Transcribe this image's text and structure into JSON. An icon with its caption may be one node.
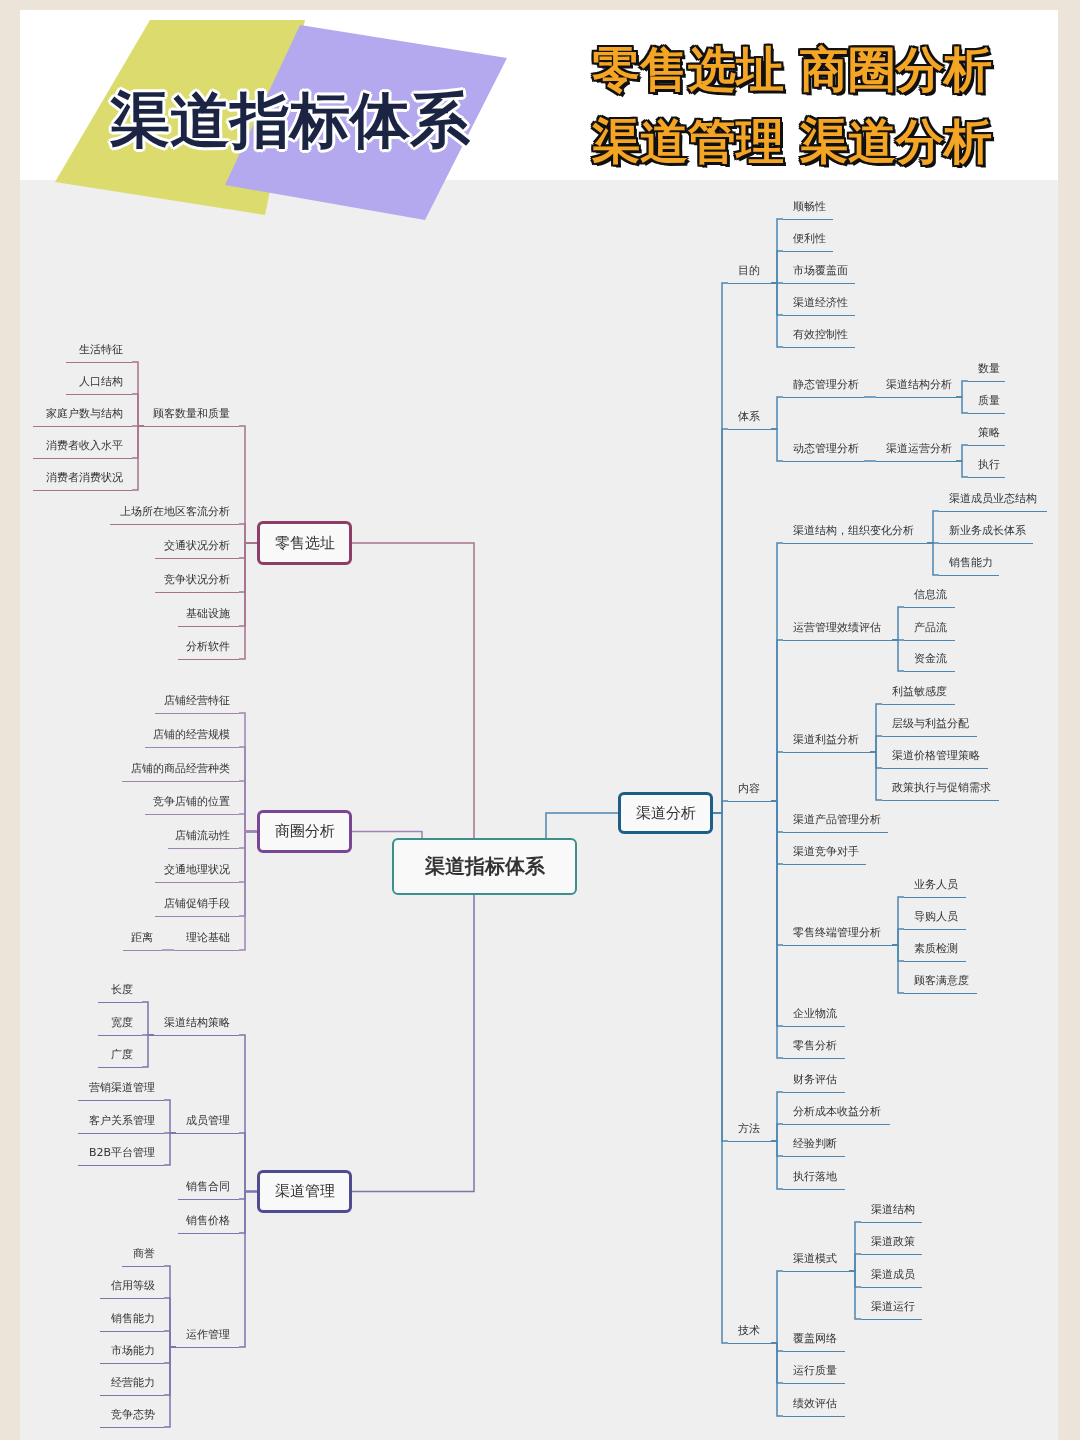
{
  "diagram": {
    "title": "渠道指标体系",
    "labels": [
      "零售选址 商圈分析",
      "渠道管理 渠道分析"
    ],
    "nodes": [
      {
        "text": [
          "渠道指标体系"
        ]
      },
      {
        "text": [
          "零售选址"
        ]
      },
      {
        "text": [
          "顾客数量和质量"
        ]
      },
      {
        "text": [
          "生活特征"
        ]
      },
      {
        "text": [
          "人口结构"
        ]
      },
      {
        "text": [
          "家庭户数与结构"
        ]
      },
      {
        "text": [
          "消费者收入水平"
        ]
      },
      {
        "text": [
          "消费者消费状况"
        ]
      },
      {
        "text": [
          "上场所在地区客流分析"
        ]
      },
      {
        "text": [
          "交通状况分析"
        ]
      },
      {
        "text": [
          "竞争状况分析"
        ]
      },
      {
        "text": [
          "基础设施"
        ]
      },
      {
        "text": [
          "分析软件"
        ]
      },
      {
        "text": [
          "商圈分析"
        ]
      },
      {
        "text": [
          "店铺经营特征"
        ]
      },
      {
        "text": [
          "店铺的经营规模"
        ]
      },
      {
        "text": [
          "店铺的商品经营种类"
        ]
      },
      {
        "text": [
          "竞争店铺的位置"
        ]
      },
      {
        "text": [
          "店铺流动性"
        ]
      },
      {
        "text": [
          "交通地理状况"
        ]
      },
      {
        "text": [
          "店铺促销手段"
        ]
      },
      {
        "text": [
          "理论基础"
        ]
      },
      {
        "text": [
          "距离"
        ]
      },
      {
        "text": [
          "渠道管理"
        ]
      },
      {
        "text": [
          "渠道结构策略"
        ]
      },
      {
        "text": [
          "长度"
        ]
      },
      {
        "text": [
          "宽度"
        ]
      },
      {
        "text": [
          "广度"
        ]
      },
      {
        "text": [
          "成员管理"
        ]
      },
      {
        "text": [
          "营销渠道管理"
        ]
      },
      {
        "text": [
          "客户关系管理"
        ]
      },
      {
        "text": [
          "B2B平台管理"
        ]
      },
      {
        "text": [
          "销售合同"
        ]
      },
      {
        "text": [
          "销售价格"
        ]
      },
      {
        "text": [
          "运作管理"
        ]
      },
      {
        "text": [
          "商誉"
        ]
      },
      {
        "text": [
          "信用等级"
        ]
      },
      {
        "text": [
          "销售能力"
        ]
      },
      {
        "text": [
          "市场能力"
        ]
      },
      {
        "text": [
          "经营能力"
        ]
      },
      {
        "text": [
          "竞争态势"
        ]
      },
      {
        "text": [
          "渠道分析"
        ]
      },
      {
        "text": [
          "目的"
        ]
      },
      {
        "text": [
          "顺畅性"
        ]
      },
      {
        "text": [
          "便利性"
        ]
      },
      {
        "text": [
          "市场覆盖面"
        ]
      },
      {
        "text": [
          "渠道经济性"
        ]
      },
      {
        "text": [
          "有效控制性"
        ]
      },
      {
        "text": [
          "体系"
        ]
      },
      {
        "text": [
          "静态管理分析"
        ]
      },
      {
        "text": [
          "渠道结构分析"
        ]
      },
      {
        "text": [
          "数量"
        ]
      },
      {
        "text": [
          "质量"
        ]
      },
      {
        "text": [
          "动态管理分析"
        ]
      },
      {
        "text": [
          "渠道运营分析"
        ]
      },
      {
        "text": [
          "策略"
        ]
      },
      {
        "text": [
          "执行"
        ]
      },
      {
        "text": [
          "内容"
        ]
      },
      {
        "text": [
          "渠道结构，组织变化分析"
        ]
      },
      {
        "text": [
          "渠道成员业态结构"
        ]
      },
      {
        "text": [
          "新业务成长体系"
        ]
      },
      {
        "text": [
          "销售能力"
        ]
      },
      {
        "text": [
          "运营管理效绩评估"
        ]
      },
      {
        "text": [
          "信息流"
        ]
      },
      {
        "text": [
          "产品流"
        ]
      },
      {
        "text": [
          "资金流"
        ]
      },
      {
        "text": [
          "渠道利益分析"
        ]
      },
      {
        "text": [
          "利益敏感度"
        ]
      },
      {
        "text": [
          "层级与利益分配"
        ]
      },
      {
        "text": [
          "渠道价格管理策略"
        ]
      },
      {
        "text": [
          "政策执行与促销需求"
        ]
      },
      {
        "text": [
          "渠道产品管理分析"
        ]
      },
      {
        "text": [
          "渠道竞争对手"
        ]
      },
      {
        "text": [
          "零售终端管理分析"
        ]
      },
      {
        "text": [
          "业务人员"
        ]
      },
      {
        "text": [
          "导购人员"
        ]
      },
      {
        "text": [
          "素质检测"
        ]
      },
      {
        "text": [
          "顾客满意度"
        ]
      },
      {
        "text": [
          "企业物流"
        ]
      },
      {
        "text": [
          "零售分析"
        ]
      },
      {
        "text": [
          "方法"
        ]
      },
      {
        "text": [
          "财务评估"
        ]
      },
      {
        "text": [
          "分析成本收益分析"
        ]
      },
      {
        "text": [
          "经验判断"
        ]
      },
      {
        "text": [
          "执行落地"
        ]
      },
      {
        "text": [
          "技术"
        ]
      },
      {
        "text": [
          "渠道模式"
        ]
      },
      {
        "text": [
          "渠道结构"
        ]
      },
      {
        "text": [
          "渠道政策"
        ]
      },
      {
        "text": [
          "渠道成员"
        ]
      },
      {
        "text": [
          "渠道运行"
        ]
      },
      {
        "text": [
          "覆盖网络"
        ]
      },
      {
        "text": [
          "运行质量"
        ]
      },
      {
        "text": [
          "绩效评估"
        ]
      }
    ],
    "edges": [
      {
        "from": 0,
        "to": 1,
        "arrow": "none",
        "color": "#a8728e"
      },
      {
        "from": 1,
        "to": 2,
        "arrow": "none",
        "color": "#a8728e"
      },
      {
        "from": 2,
        "to": 3,
        "arrow": "none",
        "color": "#a8728e"
      },
      {
        "from": 2,
        "to": 4,
        "arrow": "none",
        "color": "#a8728e"
      },
      {
        "from": 2,
        "to": 5,
        "arrow": "none",
        "color": "#a8728e"
      },
      {
        "from": 2,
        "to": 6,
        "arrow": "none",
        "color": "#a8728e"
      },
      {
        "from": 2,
        "to": 7,
        "arrow": "none",
        "color": "#a8728e"
      },
      {
        "from": 1,
        "to": 8,
        "arrow": "none",
        "color": "#a8728e"
      },
      {
        "from": 1,
        "to": 9,
        "arrow": "none",
        "color": "#a8728e"
      },
      {
        "from": 1,
        "to": 10,
        "arrow": "none",
        "color": "#a8728e"
      },
      {
        "from": 1,
        "to": 11,
        "arrow": "none",
        "color": "#a8728e"
      },
      {
        "from": 1,
        "to": 12,
        "arrow": "none",
        "color": "#a8728e"
      },
      {
        "from": 0,
        "to": 13,
        "arrow": "none",
        "color": "#9d84b3"
      },
      {
        "from": 13,
        "to": 14,
        "arrow": "none",
        "color": "#9d84b3"
      },
      {
        "from": 13,
        "to": 15,
        "arrow": "none",
        "color": "#9d84b3"
      },
      {
        "from": 13,
        "to": 16,
        "arrow": "none",
        "color": "#9d84b3"
      },
      {
        "from": 13,
        "to": 17,
        "arrow": "none",
        "color": "#9d84b3"
      },
      {
        "from": 13,
        "to": 18,
        "arrow": "none",
        "color": "#9d84b3"
      },
      {
        "from": 13,
        "to": 19,
        "arrow": "none",
        "color": "#9d84b3"
      },
      {
        "from": 13,
        "to": 20,
        "arrow": "none",
        "color": "#9d84b3"
      },
      {
        "from": 13,
        "to": 21,
        "arrow": "none",
        "color": "#9d84b3"
      },
      {
        "from": 21,
        "to": 22,
        "arrow": "none",
        "color": "#9d84b3"
      },
      {
        "from": 0,
        "to": 23,
        "arrow": "none",
        "color": "#7977ad"
      },
      {
        "from": 23,
        "to": 24,
        "arrow": "none",
        "color": "#7977ad"
      },
      {
        "from": 24,
        "to": 25,
        "arrow": "none",
        "color": "#7977ad"
      },
      {
        "from": 24,
        "to": 26,
        "arrow": "none",
        "color": "#7977ad"
      },
      {
        "from": 24,
        "to": 27,
        "arrow": "none",
        "color": "#7977ad"
      },
      {
        "from": 23,
        "to": 28,
        "arrow": "none",
        "color": "#7977ad"
      },
      {
        "from": 28,
        "to": 29,
        "arrow": "none",
        "color": "#7977ad"
      },
      {
        "from": 28,
        "to": 30,
        "arrow": "none",
        "color": "#7977ad"
      },
      {
        "from": 28,
        "to": 31,
        "arrow": "none",
        "color": "#7977ad"
      },
      {
        "from": 23,
        "to": 32,
        "arrow": "none",
        "color": "#7977ad"
      },
      {
        "from": 23,
        "to": 33,
        "arrow": "none",
        "color": "#7977ad"
      },
      {
        "from": 23,
        "to": 34,
        "arrow": "none",
        "color": "#7977ad"
      },
      {
        "from": 34,
        "to": 35,
        "arrow": "none",
        "color": "#7977ad"
      },
      {
        "from": 34,
        "to": 36,
        "arrow": "none",
        "color": "#7977ad"
      },
      {
        "from": 34,
        "to": 37,
        "arrow": "none",
        "color": "#7977ad"
      },
      {
        "from": 34,
        "to": 38,
        "arrow": "none",
        "color": "#7977ad"
      },
      {
        "from": 34,
        "to": 39,
        "arrow": "none",
        "color": "#7977ad"
      },
      {
        "from": 34,
        "to": 40,
        "arrow": "none",
        "color": "#7977ad"
      },
      {
        "from": 0,
        "to": 41,
        "arrow": "none"
      },
      {
        "from": 41,
        "to": 42,
        "arrow": "none"
      },
      {
        "from": 42,
        "to": 43,
        "arrow": "none"
      },
      {
        "from": 42,
        "to": 44,
        "arrow": "none"
      },
      {
        "from": 42,
        "to": 45,
        "arrow": "none"
      },
      {
        "from": 42,
        "to": 46,
        "arrow": "none"
      },
      {
        "from": 42,
        "to": 47,
        "arrow": "none"
      },
      {
        "from": 41,
        "to": 48,
        "arrow": "none"
      },
      {
        "from": 48,
        "to": 49,
        "arrow": "none"
      },
      {
        "from": 49,
        "to": 50,
        "arrow": "none"
      },
      {
        "from": 50,
        "to": 51,
        "arrow": "none"
      },
      {
        "from": 50,
        "to": 52,
        "arrow": "none"
      },
      {
        "from": 48,
        "to": 53,
        "arrow": "none"
      },
      {
        "from": 53,
        "to": 54,
        "arrow": "none"
      },
      {
        "from": 54,
        "to": 55,
        "arrow": "none"
      },
      {
        "from": 54,
        "to": 56,
        "arrow": "none"
      },
      {
        "from": 41,
        "to": 57,
        "arrow": "none"
      },
      {
        "from": 57,
        "to": 58,
        "arrow": "none"
      },
      {
        "from": 58,
        "to": 59,
        "arrow": "none"
      },
      {
        "from": 58,
        "to": 60,
        "arrow": "none"
      },
      {
        "from": 58,
        "to": 61,
        "arrow": "none"
      },
      {
        "from": 57,
        "to": 62,
        "arrow": "none"
      },
      {
        "from": 62,
        "to": 63,
        "arrow": "none"
      },
      {
        "from": 62,
        "to": 64,
        "arrow": "none"
      },
      {
        "from": 62,
        "to": 65,
        "arrow": "none"
      },
      {
        "from": 57,
        "to": 66,
        "arrow": "none"
      },
      {
        "from": 66,
        "to": 67,
        "arrow": "none"
      },
      {
        "from": 66,
        "to": 68,
        "arrow": "none"
      },
      {
        "from": 66,
        "to": 69,
        "arrow": "none"
      },
      {
        "from": 66,
        "to": 70,
        "arrow": "none"
      },
      {
        "from": 57,
        "to": 71,
        "arrow": "none"
      },
      {
        "from": 57,
        "to": 72,
        "arrow": "none"
      },
      {
        "from": 57,
        "to": 73,
        "arrow": "none"
      },
      {
        "from": 73,
        "to": 74,
        "arrow": "none"
      },
      {
        "from": 73,
        "to": 75,
        "arrow": "none"
      },
      {
        "from": 73,
        "to": 76,
        "arrow": "none"
      },
      {
        "from": 73,
        "to": 77,
        "arrow": "none"
      },
      {
        "from": 57,
        "to": 78,
        "arrow": "none"
      },
      {
        "from": 57,
        "to": 79,
        "arrow": "none"
      },
      {
        "from": 41,
        "to": 80,
        "arrow": "none"
      },
      {
        "from": 80,
        "to": 81,
        "arrow": "none"
      },
      {
        "from": 80,
        "to": 82,
        "arrow": "none"
      },
      {
        "from": 80,
        "to": 83,
        "arrow": "none"
      },
      {
        "from": 80,
        "to": 84,
        "arrow": "none"
      },
      {
        "from": 41,
        "to": 85,
        "arrow": "none"
      },
      {
        "from": 85,
        "to": 86,
        "arrow": "none"
      },
      {
        "from": 86,
        "to": 87,
        "arrow": "none"
      },
      {
        "from": 86,
        "to": 88,
        "arrow": "none"
      },
      {
        "from": 86,
        "to": 89,
        "arrow": "none"
      },
      {
        "from": 86,
        "to": 90,
        "arrow": "none"
      },
      {
        "from": 85,
        "to": 91,
        "arrow": "none"
      },
      {
        "from": 85,
        "to": 92,
        "arrow": "none"
      },
      {
        "from": 85,
        "to": 93,
        "arrow": "none"
      }
    ]
  }
}
